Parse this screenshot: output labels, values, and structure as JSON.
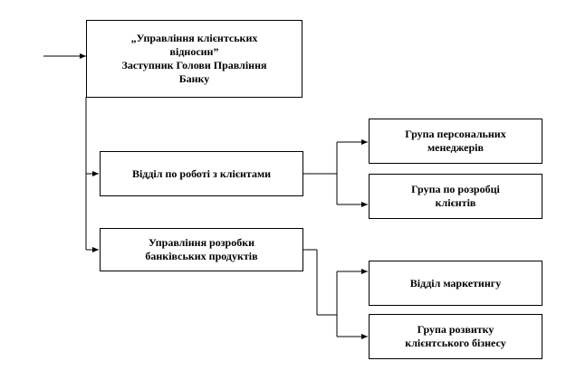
{
  "nodes": {
    "head": {
      "lines": [
        "„Управління клієнтських",
        "відносин”",
        "Заступник Голови Правління",
        "Банку"
      ]
    },
    "client_dept": {
      "lines": [
        "Відділ  по роботі з клієнтами"
      ]
    },
    "personal_managers": {
      "lines": [
        "Група персональних",
        "менеджерів"
      ]
    },
    "client_dev_group": {
      "lines": [
        "Група по розробці",
        "клієнтів"
      ]
    },
    "products_mgmt": {
      "lines": [
        "Управління розробки",
        "банківських продуктів"
      ]
    },
    "marketing": {
      "lines": [
        "Відділ  маркетингу"
      ]
    },
    "business_dev": {
      "lines": [
        "Група розвитку",
        "клієнтського  бізнесу"
      ]
    }
  }
}
